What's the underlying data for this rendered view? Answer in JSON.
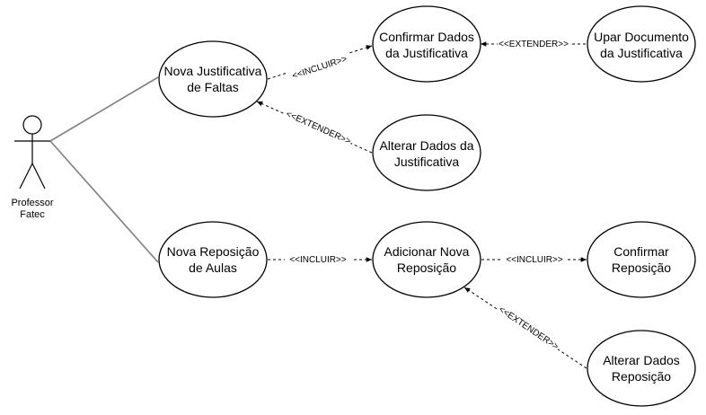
{
  "actor": {
    "name_line1": "Professor",
    "name_line2": "Fatec"
  },
  "use_cases": {
    "nova_justificativa": [
      "Nova Justificativa",
      "de Faltas"
    ],
    "confirmar_dados_justificativa": [
      "Confirmar Dados",
      "da Justificativa"
    ],
    "upar_documento": [
      "Upar Documento",
      "da Justificativa"
    ],
    "alterar_dados_justificativa": [
      "Alterar Dados da",
      "Justificativa"
    ],
    "nova_reposicao": [
      "Nova Reposição",
      "de Aulas"
    ],
    "adicionar_nova_reposicao": [
      "Adicionar Nova",
      "Reposição"
    ],
    "confirmar_reposicao": [
      "Confirmar",
      "Reposição"
    ],
    "alterar_dados_reposicao": [
      "Alterar Dados",
      "Reposição"
    ]
  },
  "relations": {
    "incluir_1": "<<INCLUIR>>",
    "extender_1": "<<EXTENDER>>",
    "extender_2": "<<EXTENDER>>",
    "incluir_2": "<<INCLUIR>>",
    "incluir_3": "<<INCLUIR>>",
    "extender_3": "<<EXTENDER>>"
  }
}
